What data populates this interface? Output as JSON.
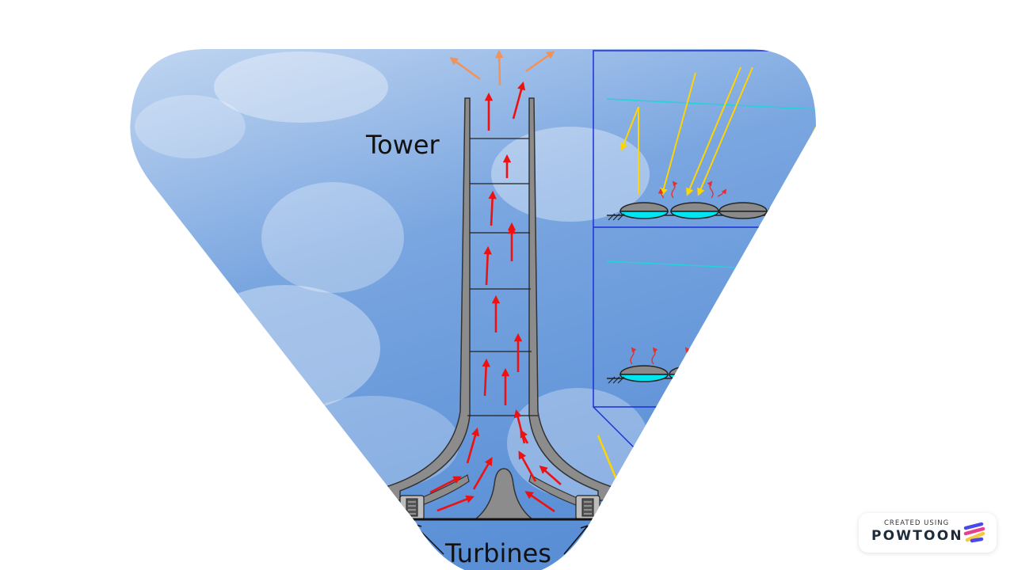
{
  "diagram": {
    "labels": {
      "tower": "Tower",
      "turbines": "Turbines"
    },
    "colors": {
      "sky_light": "#c4d8f2",
      "sky_dark": "#5a8fd6",
      "structure_fill": "#8c8c8c",
      "outline": "#333333",
      "airflow_arrow": "#ee1111",
      "exhaust_arrow": "#f0935a",
      "sunlight": "#ffd400",
      "heat_wave": "#e23030",
      "inset_frame": "#1a2fd8",
      "cyan_line": "#22d3d8",
      "collector_fill": "#00e5f0"
    },
    "icons": [
      "turbine-icon"
    ]
  },
  "watermark": {
    "caption": "CREATED USING",
    "brand": "POWTOON"
  }
}
